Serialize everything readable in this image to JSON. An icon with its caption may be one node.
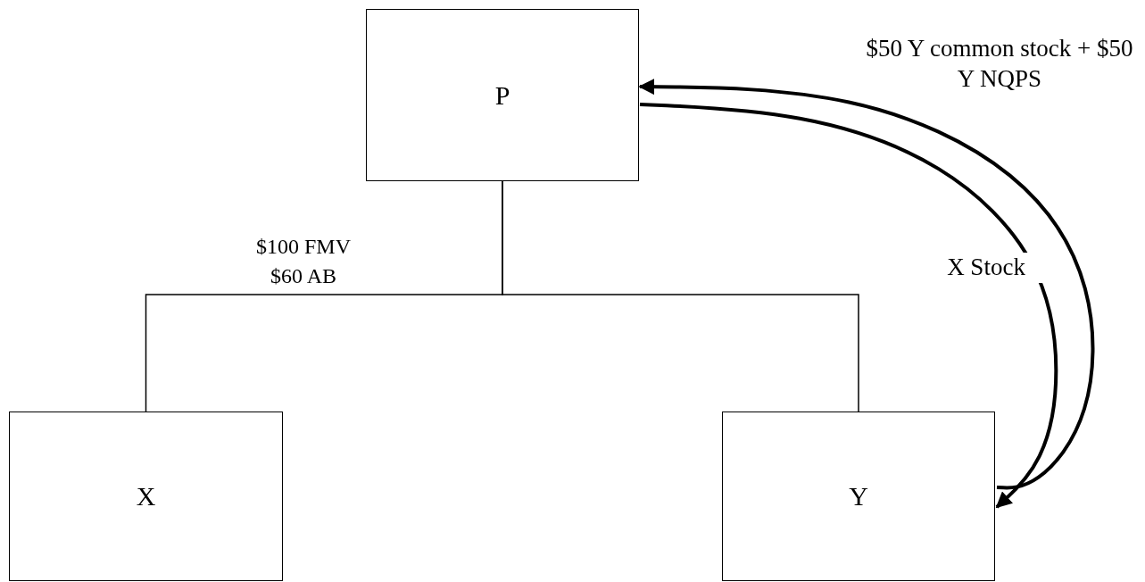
{
  "diagram": {
    "nodes": [
      {
        "text": [
          "P"
        ]
      },
      {
        "text": [
          "X"
        ]
      },
      {
        "text": [
          "Y"
        ]
      }
    ],
    "edges": [
      {
        "from": 0,
        "to": 1,
        "arrow": "none"
      },
      {
        "from": 0,
        "to": 2,
        "arrow": "none"
      },
      {
        "from": 0,
        "to": 2,
        "arrow": "to",
        "label": "X Stock",
        "style": "thick"
      },
      {
        "from": 2,
        "to": 0,
        "arrow": "to",
        "label": "$50 Y common stock + $50 Y NQPS",
        "style": "thick"
      }
    ],
    "labels": [
      "$100 FMV",
      "$60 AB"
    ]
  }
}
